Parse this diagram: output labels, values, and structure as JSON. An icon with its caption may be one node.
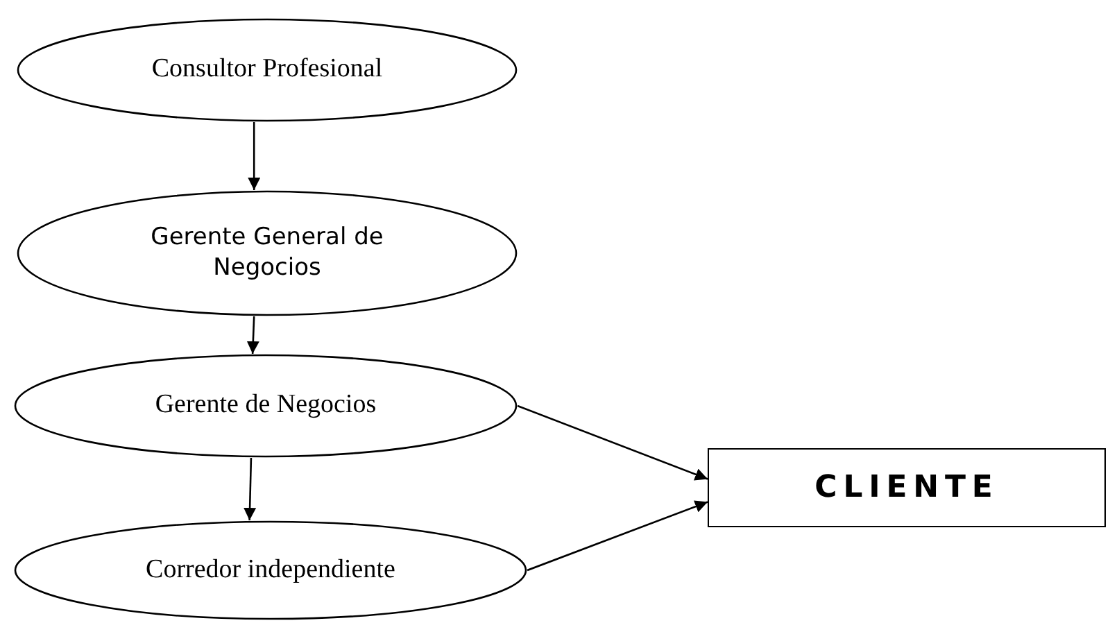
{
  "diagram": {
    "nodes": [
      {
        "text": [
          "Consultor Profesional"
        ]
      },
      {
        "text": [
          "Gerente General de Negocios"
        ]
      },
      {
        "text": [
          "Gerente de Negocios"
        ]
      },
      {
        "text": [
          "Corredor independiente"
        ]
      },
      {
        "text": [
          "CLIENTE"
        ]
      }
    ],
    "edges": [
      {
        "from": 0,
        "to": 1,
        "arrow": "to"
      },
      {
        "from": 1,
        "to": 2,
        "arrow": "to"
      },
      {
        "from": 2,
        "to": 3,
        "arrow": "to"
      },
      {
        "from": 2,
        "to": 4,
        "arrow": "to"
      },
      {
        "from": 3,
        "to": 4,
        "arrow": "to"
      }
    ]
  }
}
